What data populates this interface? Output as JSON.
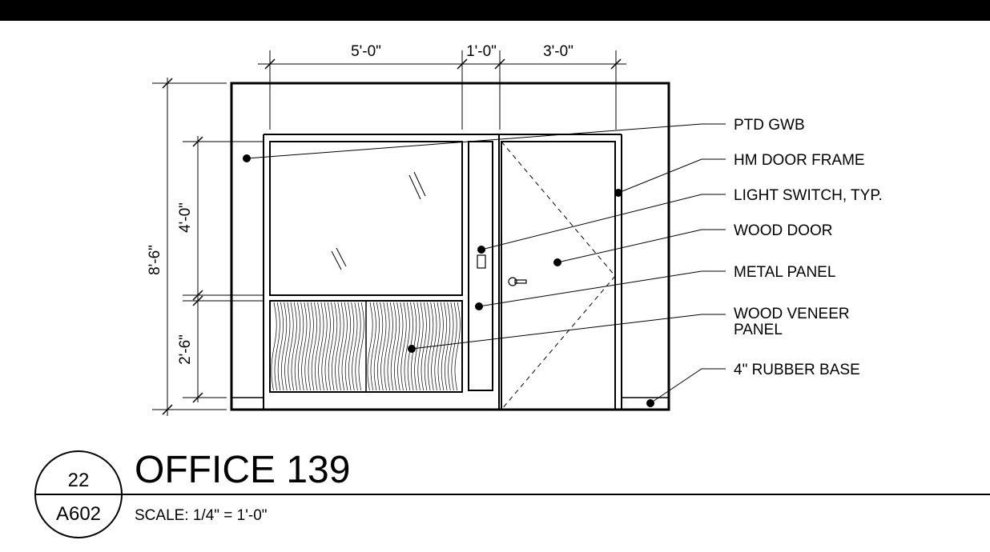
{
  "dimensions": {
    "horizontal": [
      "5'-0\"",
      "1'-0\"",
      "3'-0\""
    ],
    "overall_height": "8'-6\"",
    "upper_height": "4'-0\"",
    "lower_height": "2'-6\""
  },
  "callouts": [
    "PTD GWB",
    "HM DOOR FRAME",
    "LIGHT SWITCH, TYP.",
    "WOOD DOOR",
    "METAL PANEL",
    "WOOD VENEER",
    "PANEL",
    "4\" RUBBER BASE"
  ],
  "title_block": {
    "detail_number": "22",
    "sheet_number": "A602",
    "title": "OFFICE 139",
    "scale": "SCALE: 1/4\" = 1'-0\""
  }
}
